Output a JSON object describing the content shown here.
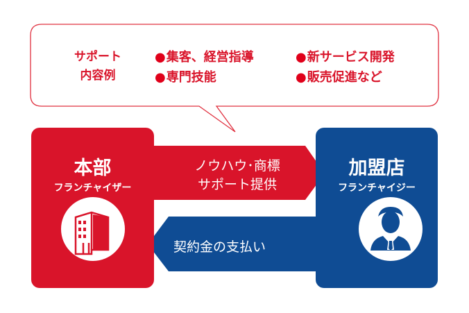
{
  "bubble": {
    "heading_line1": "サポート",
    "heading_line2": "内容例",
    "items": [
      "集客、経営指導",
      "新サービス開発",
      "専門技能",
      "販売促進など"
    ]
  },
  "franchisor": {
    "title": "本部",
    "subtitle": "フランチャイザー",
    "icon": "building-icon"
  },
  "franchisee": {
    "title": "加盟店",
    "subtitle": "フランチャイジー",
    "icon": "person-icon"
  },
  "arrow_to_franchisee": {
    "line1": "ノウハウ･商標",
    "line2": "サポート提供"
  },
  "arrow_to_franchisor": {
    "label": "契約金の支払い"
  },
  "colors": {
    "red": "#d9142a",
    "blue": "#0f4c94"
  }
}
